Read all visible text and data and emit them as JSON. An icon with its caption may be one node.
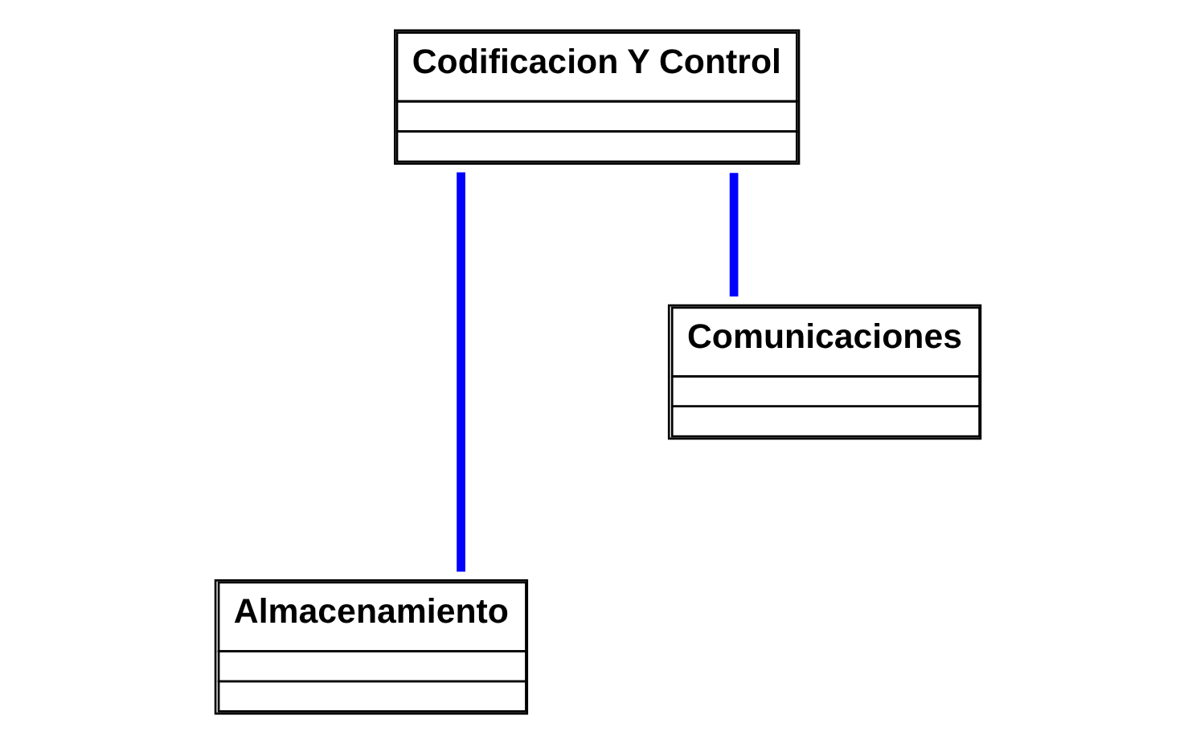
{
  "diagram": {
    "nodes": [
      {
        "text": [
          "Codificacion Y Control"
        ]
      },
      {
        "text": [
          "Comunicaciones"
        ]
      },
      {
        "text": [
          "Almacenamiento"
        ]
      }
    ],
    "edges": [
      {
        "from": 0,
        "to": 2,
        "arrow": "none",
        "color": "#0000ff"
      },
      {
        "from": 0,
        "to": 1,
        "arrow": "none",
        "color": "#0000ff"
      }
    ]
  }
}
